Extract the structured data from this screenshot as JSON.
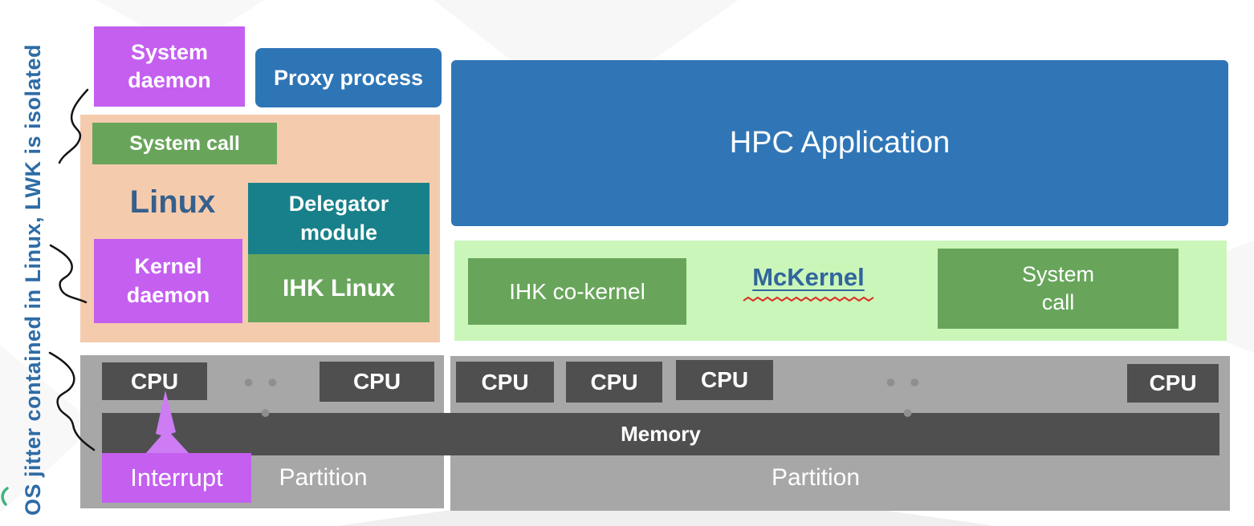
{
  "caption": "OS jitter contained in Linux, LWK is isolated",
  "linux_stack": {
    "system_daemon": "System\ndaemon",
    "proxy_process": "Proxy process",
    "system_call": "System call",
    "linux_label": "Linux",
    "delegator_module": "Delegator\nmodule",
    "ihk_linux": "IHK Linux",
    "kernel_daemon": "Kernel\ndaemon"
  },
  "mckernel_stack": {
    "hpc_application": "HPC Application",
    "ihk_cokernel": "IHK co-kernel",
    "mckernel_label": "McKernel",
    "system_call": "System\ncall"
  },
  "hardware": {
    "memory_label": "Memory",
    "interrupt_label": "Interrupt",
    "left_partition": {
      "label": "Partition",
      "cpus": [
        "CPU",
        "CPU"
      ],
      "ellipsis": "• • •"
    },
    "right_partition": {
      "label": "Partition",
      "cpus": [
        "CPU",
        "CPU",
        "CPU",
        "CPU"
      ],
      "ellipsis": "• • •"
    }
  },
  "colors": {
    "purple": "#c45ff0",
    "bolt_purple": "#cd7cf3",
    "blue": "#2e75b6",
    "orange": "#f5cbad",
    "green": "#68a55b",
    "teal": "#18808a",
    "light_green": "#caf6ba",
    "partition_gray": "#a7a7a7",
    "dark_gray": "#4f4f4f",
    "caption_blue": "#2e6ca6",
    "linux_text": "#35608c",
    "mckernel_text": "#31659c",
    "squiggle_black": "#141414",
    "spellcheck_red": "#d93025"
  }
}
